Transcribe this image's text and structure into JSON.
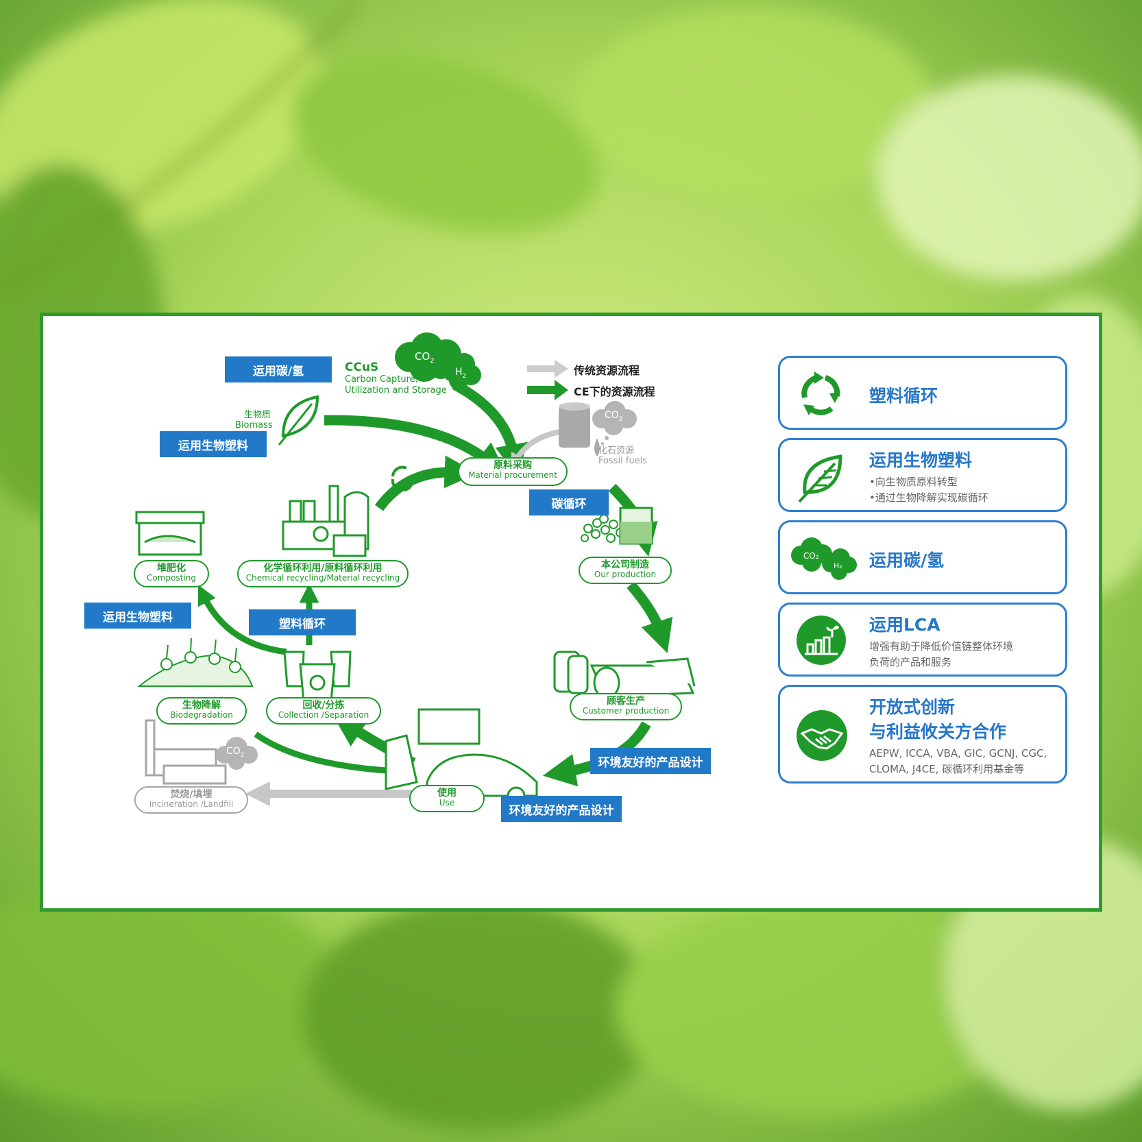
{
  "legend": {
    "traditional": "传统资源流程",
    "ce": "CE下的资源流程"
  },
  "tags": {
    "carbon_hydrogen": "运用碳/氢",
    "bioplastic_top": "运用生物塑料",
    "bioplastic_left": "运用生物塑料",
    "carbon_cycle": "碳循环",
    "plastic_cycle": "塑料循环",
    "eco_design_right": "环境友好的产品设计",
    "eco_design_bottom": "环境友好的产品设计"
  },
  "ccus": {
    "title": "CCuS",
    "line1": "Carbon Capture,",
    "line2": "Utilization and Storage",
    "co2": "CO",
    "co2_sub": "2",
    "h2": "H",
    "h2_sub": "2"
  },
  "biomass": {
    "cn": "生物质",
    "en": "Biomass"
  },
  "fossil": {
    "cn": "化石资源",
    "en": "Fossil fuels",
    "co2": "CO",
    "co2_sub": "2"
  },
  "nodes": {
    "procurement": {
      "cn": "原料采购",
      "en": "Material procurement"
    },
    "our_production": {
      "cn": "本公司制造",
      "en": "Our production"
    },
    "customer_production": {
      "cn": "顾客生产",
      "en": "Customer production"
    },
    "use": {
      "cn": "使用",
      "en": "Use"
    },
    "collection": {
      "cn": "回收/分拣",
      "en": "Collection /Separation"
    },
    "biodegradation": {
      "cn": "生物降解",
      "en": "Biodegradation"
    },
    "composting": {
      "cn": "堆肥化",
      "en": "Composting"
    },
    "chemical_recycling": {
      "cn": "化学循环利用/原料循环利用",
      "en": "Chemical recycling/Material recycling"
    },
    "incineration": {
      "cn": "焚烧/填埋",
      "en": "Incineration /Landfill"
    },
    "incineration_co2": "CO",
    "incineration_co2_sub": "2"
  },
  "cards": [
    {
      "title": "塑料循环",
      "icon": "recycle-icon"
    },
    {
      "title": "运用生物塑料",
      "icon": "leaf-icon",
      "lines": [
        "•向生物质原料转型",
        "•通过生物降解实现碳循环"
      ]
    },
    {
      "title": "运用碳/氢",
      "icon": "co2-h2-cloud-icon",
      "co2": "CO₂",
      "h2": "H₂"
    },
    {
      "title": "运用LCA",
      "icon": "growth-chart-icon",
      "lines": [
        "增强有助于降低价值链整体环境",
        "负荷的产品和服务"
      ]
    },
    {
      "title_lines": [
        "开放式创新",
        "与利益攸关方合作"
      ],
      "icon": "handshake-icon",
      "lines": [
        "AEPW, ICCA, VBA, GIC, GCNJ, CGC,",
        "CLOMA, J4CE, 碳循环利用基金等"
      ]
    }
  ],
  "colors": {
    "green": "#1f9a2a",
    "blue": "#2677c8",
    "grey": "#a6a6a6",
    "frame": "#2f9a2f"
  }
}
